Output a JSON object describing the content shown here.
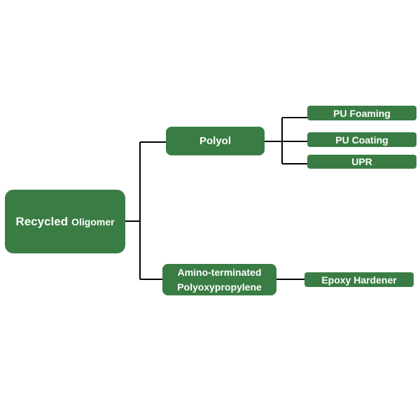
{
  "diagram": {
    "root": {
      "label_main": "Recycled",
      "label_secondary": "Oligomer"
    },
    "branches": [
      {
        "label": "Polyol",
        "children": [
          "PU Foaming",
          "PU Coating",
          "UPR"
        ]
      },
      {
        "label_line1": "Amino-terminated",
        "label_line2": "Polyoxypropylene",
        "children": [
          "Epoxy Hardener"
        ]
      }
    ]
  },
  "colors": {
    "node_fill": "#3a7d44",
    "node_text": "#ffffff",
    "connector": "#000000"
  }
}
